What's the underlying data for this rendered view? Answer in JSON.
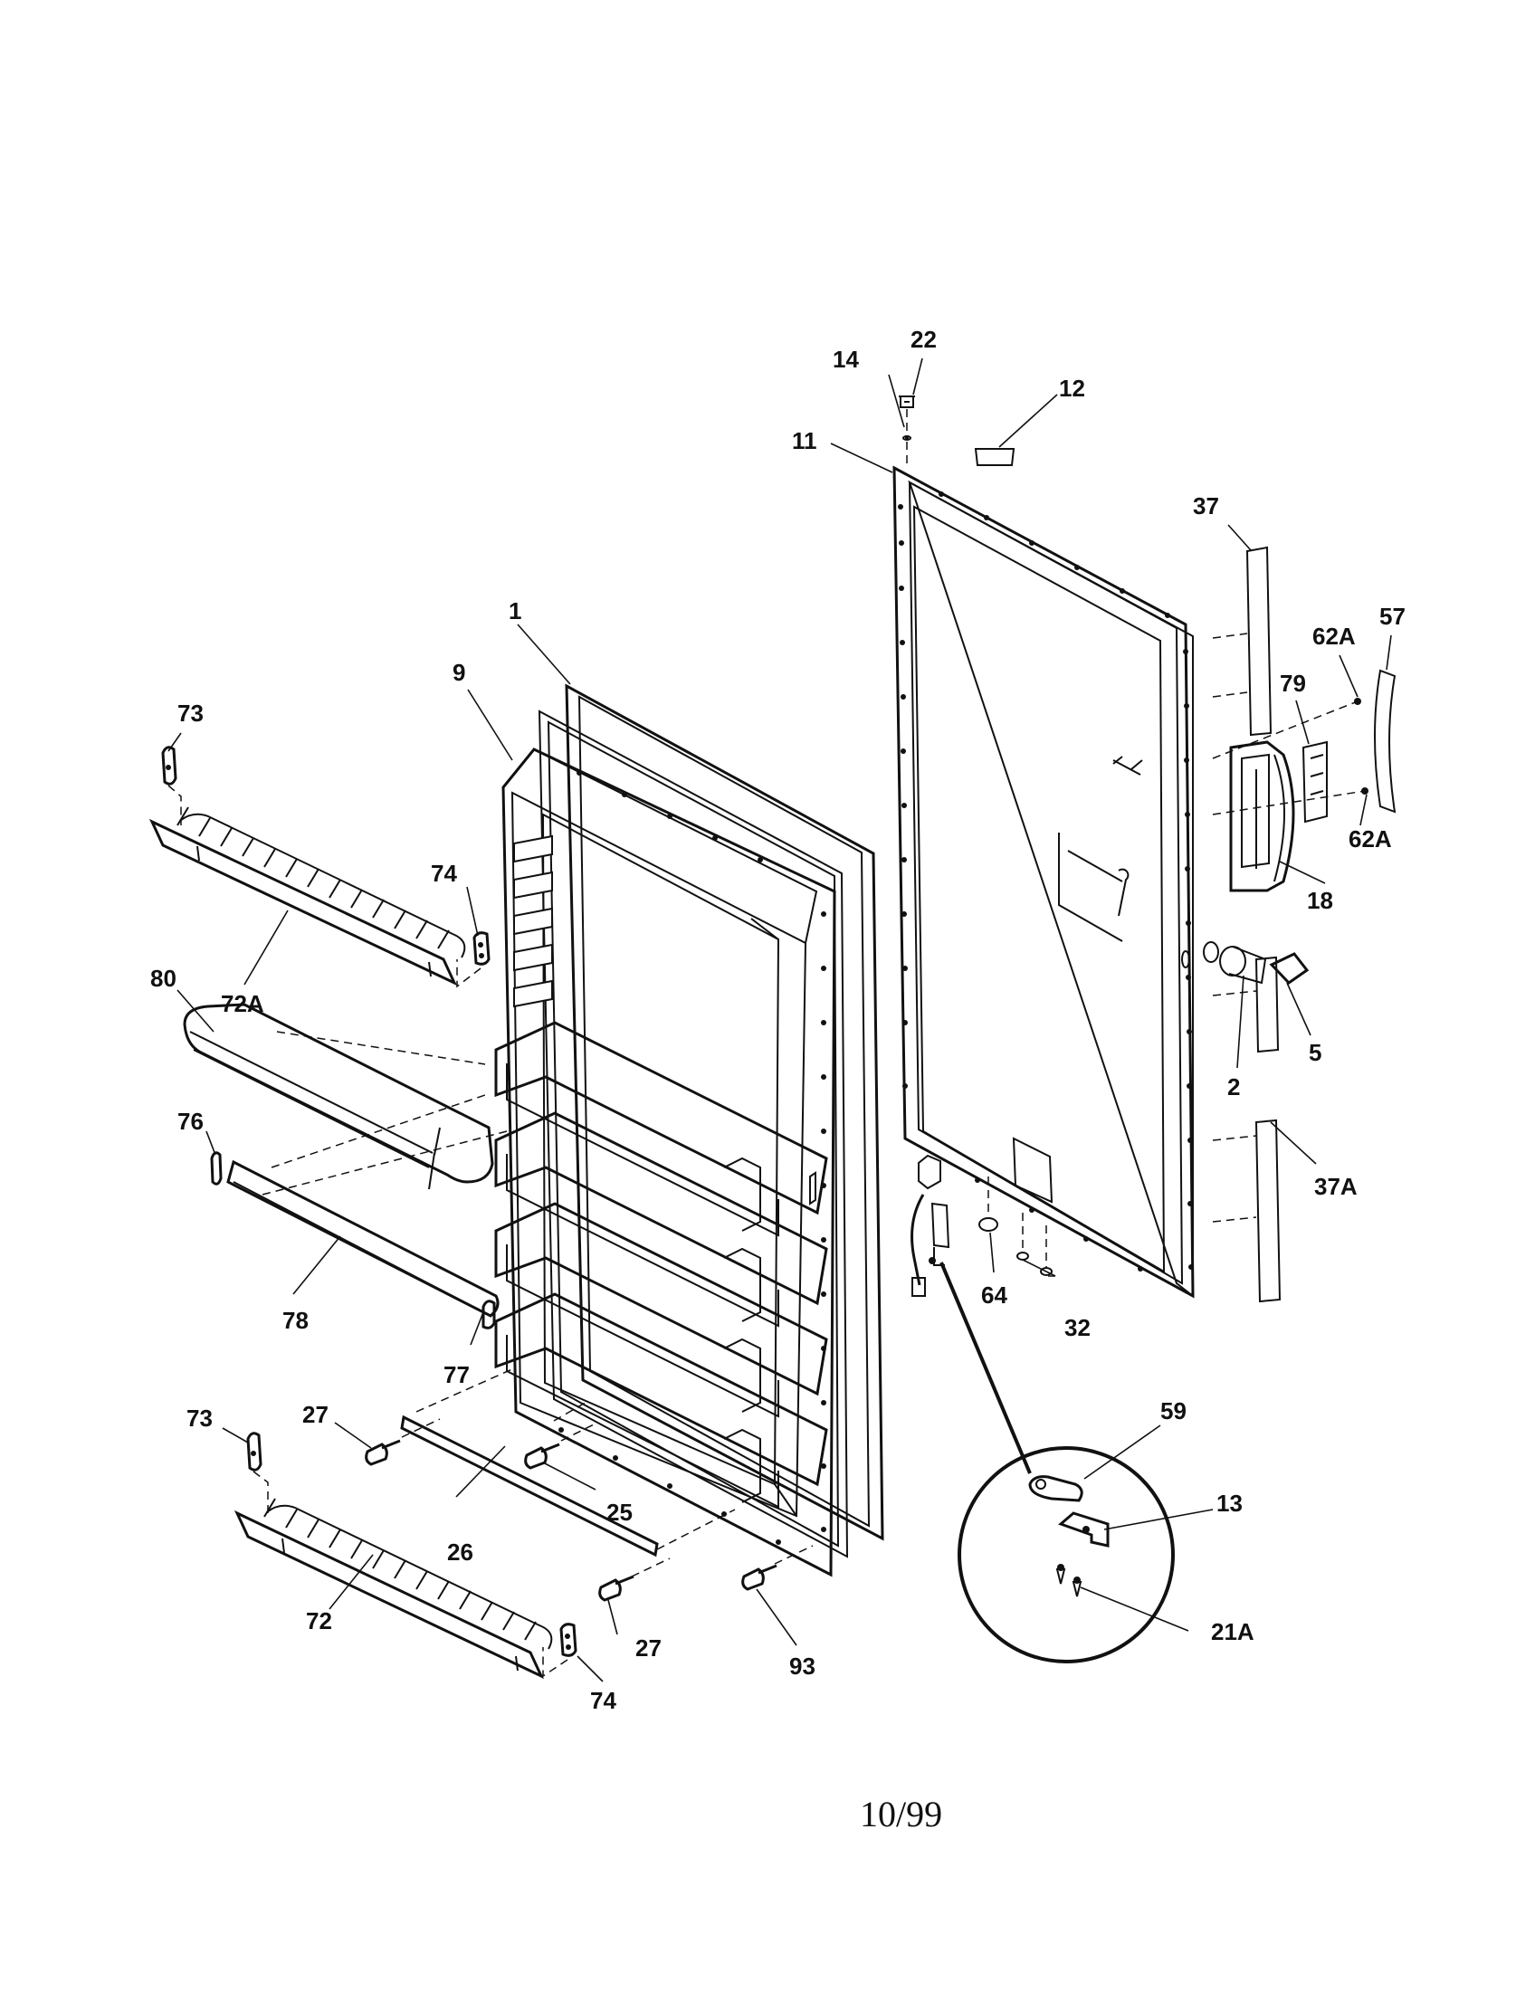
{
  "labels": {
    "p1": "1",
    "p2": "2",
    "p5": "5",
    "p9": "9",
    "p11": "11",
    "p12": "12",
    "p13": "13",
    "p14": "14",
    "p18": "18",
    "p21a": "21A",
    "p22": "22",
    "p25": "25",
    "p26": "26",
    "p27a": "27",
    "p27b": "27",
    "p32": "32",
    "p37": "37",
    "p37a": "37A",
    "p57": "57",
    "p59": "59",
    "p62a_top": "62A",
    "p62a_bottom": "62A",
    "p64": "64",
    "p72": "72",
    "p72a": "72A",
    "p73_top": "73",
    "p73_bottom": "73",
    "p74_top": "74",
    "p74_bottom": "74",
    "p76": "76",
    "p77": "77",
    "p78": "78",
    "p79": "79",
    "p80": "80",
    "p93": "93"
  },
  "footer": {
    "date_code": "10/99"
  }
}
